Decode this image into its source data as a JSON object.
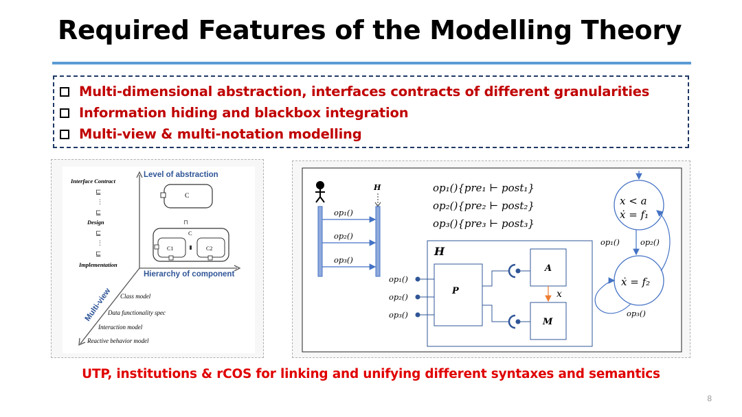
{
  "slide": {
    "title": "Required Features of the Modelling Theory",
    "page_number": "8",
    "footer": "UTP, institutions & rCOS for linking and unifying different syntaxes and semantics"
  },
  "features": [
    "Multi-dimensional abstraction, interfaces contracts of different granularities",
    "Information hiding and blackbox integration",
    "Multi-view & multi-notation modelling"
  ],
  "left_diagram": {
    "axis_abstraction": "Level of abstraction",
    "axis_component": "Hierarchy of component",
    "axis_view": "Multi-view",
    "level_interface": "Interface Contract",
    "level_design": "Design",
    "level_implementation": "Implementation",
    "view_class": "Class model",
    "view_data": "Data functionality spec",
    "view_interaction": "Interaction model",
    "view_reactive": "Reactive behavior model",
    "comp_c": "C",
    "comp_c_inner": "C",
    "comp_c1": "C1",
    "comp_c2": "C2"
  },
  "right_diagram": {
    "actor_h": "H",
    "seq_op1": "op₁()",
    "seq_op2": "op₂()",
    "seq_op3": "op₃()",
    "contract1": "op₁(){pre₁ ⊢ post₁}",
    "contract2": "op₂(){pre₂ ⊢ post₂}",
    "contract3": "op₃(){pre₃ ⊢ post₃}",
    "box_h": "H",
    "box_p": "P",
    "box_a": "A",
    "box_m": "M",
    "var_x": "x",
    "port_op1": "op₁()",
    "port_op2": "op₂()",
    "port_op3": "op₃()",
    "state1_guard": "x < a",
    "state1_flow": "ẋ = f₁",
    "state2_flow": "ẋ = f₂",
    "trans_op1": "op₁()",
    "trans_op2": "op₂()",
    "trans_op3": "op₃()"
  },
  "colors": {
    "accent_blue": "#5b9bd5",
    "bullet_red": "#c00000",
    "footer_red": "#e00000",
    "border_navy": "#1f3864",
    "axis_blue": "#2f5597"
  }
}
